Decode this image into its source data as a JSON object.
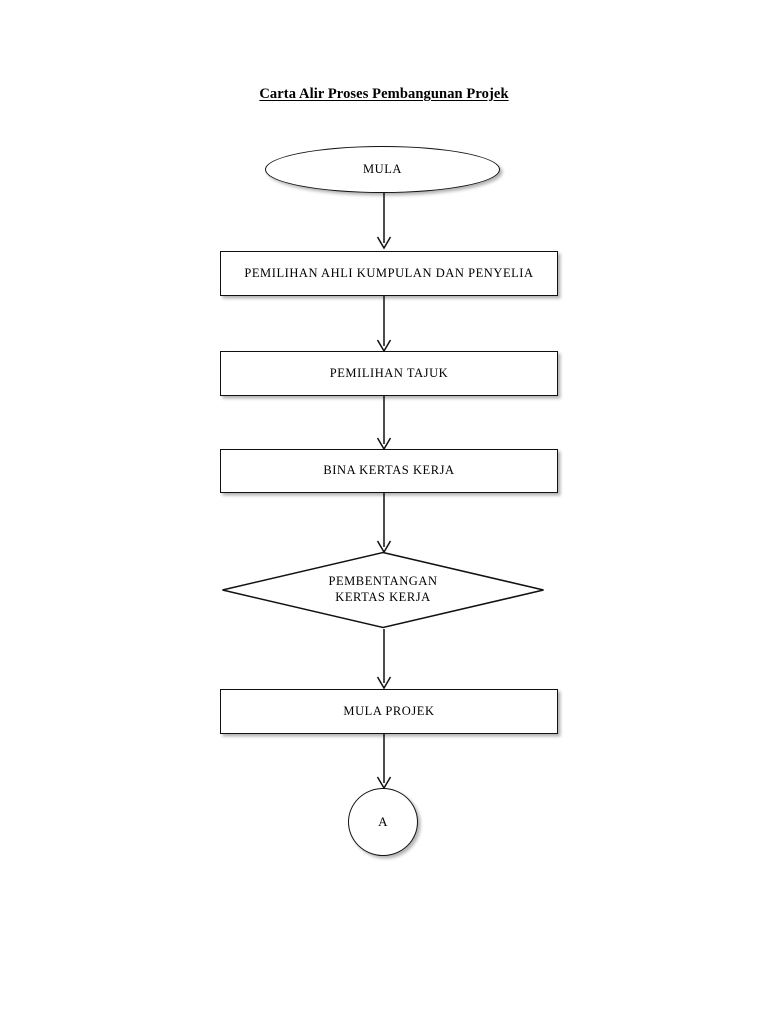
{
  "document": {
    "title": "Carta Alir Proses Pembangunan Projek"
  },
  "colors": {
    "stroke": "#111111",
    "fill": "#ffffff",
    "text": "#000000",
    "shadow": "rgba(0,0,0,0.30)"
  },
  "flowchart": {
    "orientation": "top-to-bottom",
    "nodes": [
      {
        "id": "n1",
        "shape": "terminator",
        "label": "MULA"
      },
      {
        "id": "n2",
        "shape": "process",
        "label": "PEMILIHAN AHLI KUMPULAN DAN PENYELIA"
      },
      {
        "id": "n3",
        "shape": "process",
        "label": "PEMILIHAN TAJUK"
      },
      {
        "id": "n4",
        "shape": "process",
        "label": "BINA KERTAS KERJA"
      },
      {
        "id": "n5",
        "shape": "decision",
        "label": "PEMBENTANGAN\nKERTAS KERJA"
      },
      {
        "id": "n6",
        "shape": "process",
        "label": "MULA PROJEK"
      },
      {
        "id": "n7",
        "shape": "connector",
        "label": "A"
      }
    ],
    "edges": [
      {
        "from": "n1",
        "to": "n2",
        "label": ""
      },
      {
        "from": "n2",
        "to": "n3",
        "label": ""
      },
      {
        "from": "n3",
        "to": "n4",
        "label": ""
      },
      {
        "from": "n4",
        "to": "n5",
        "label": ""
      },
      {
        "from": "n5",
        "to": "n6",
        "label": ""
      },
      {
        "from": "n6",
        "to": "n7",
        "label": ""
      }
    ]
  }
}
